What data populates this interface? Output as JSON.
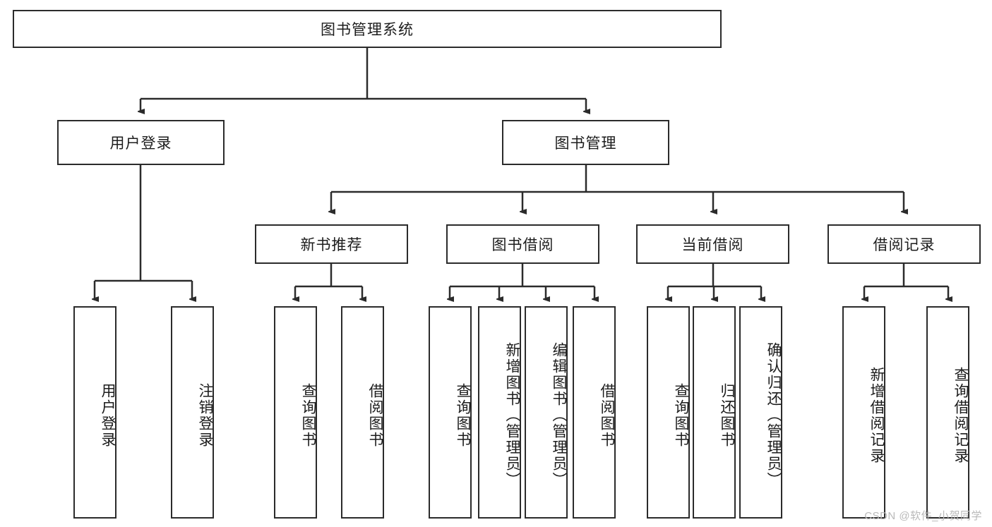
{
  "diagram": {
    "title": "图书管理系统",
    "type": "tree",
    "watermark": "CSDN @软件_小贺同学",
    "colors": {
      "stroke": "#2b2b2b",
      "fill": "#ffffff",
      "text": "#1c1c1c",
      "watermark": "#b9b9b9"
    },
    "nodes": {
      "root": {
        "label": "图书管理系统"
      },
      "level2": [
        {
          "id": "user-login",
          "label": "用户登录"
        },
        {
          "id": "book-manage",
          "label": "图书管理"
        }
      ],
      "level3": [
        {
          "id": "new-book-recommend",
          "label": "新书推荐"
        },
        {
          "id": "book-borrow",
          "label": "图书借阅"
        },
        {
          "id": "current-borrow",
          "label": "当前借阅"
        },
        {
          "id": "borrow-record",
          "label": "借阅记录"
        }
      ],
      "leaves": {
        "user-login": [
          {
            "id": "leaf-user-login",
            "label": "用户登录"
          },
          {
            "id": "leaf-user-logout",
            "label": "注销登录"
          }
        ],
        "new-book-recommend": [
          {
            "id": "leaf-query-book-1",
            "label": "查询图书"
          },
          {
            "id": "leaf-borrow-book-1",
            "label": "借阅图书"
          }
        ],
        "book-borrow": [
          {
            "id": "leaf-query-book-2",
            "label": "查询图书"
          },
          {
            "id": "leaf-add-book",
            "label": "新增图书（管理员）"
          },
          {
            "id": "leaf-edit-book",
            "label": "编辑图书（管理员）"
          },
          {
            "id": "leaf-borrow-book-2",
            "label": "借阅图书"
          }
        ],
        "current-borrow": [
          {
            "id": "leaf-query-book-3",
            "label": "查询图书"
          },
          {
            "id": "leaf-return-book",
            "label": "归还图书"
          },
          {
            "id": "leaf-confirm-return",
            "label": "确认归还（管理员）"
          }
        ],
        "borrow-record": [
          {
            "id": "leaf-add-record",
            "label": "新增借阅记录"
          },
          {
            "id": "leaf-query-record",
            "label": "查询借阅记录"
          }
        ]
      }
    }
  }
}
